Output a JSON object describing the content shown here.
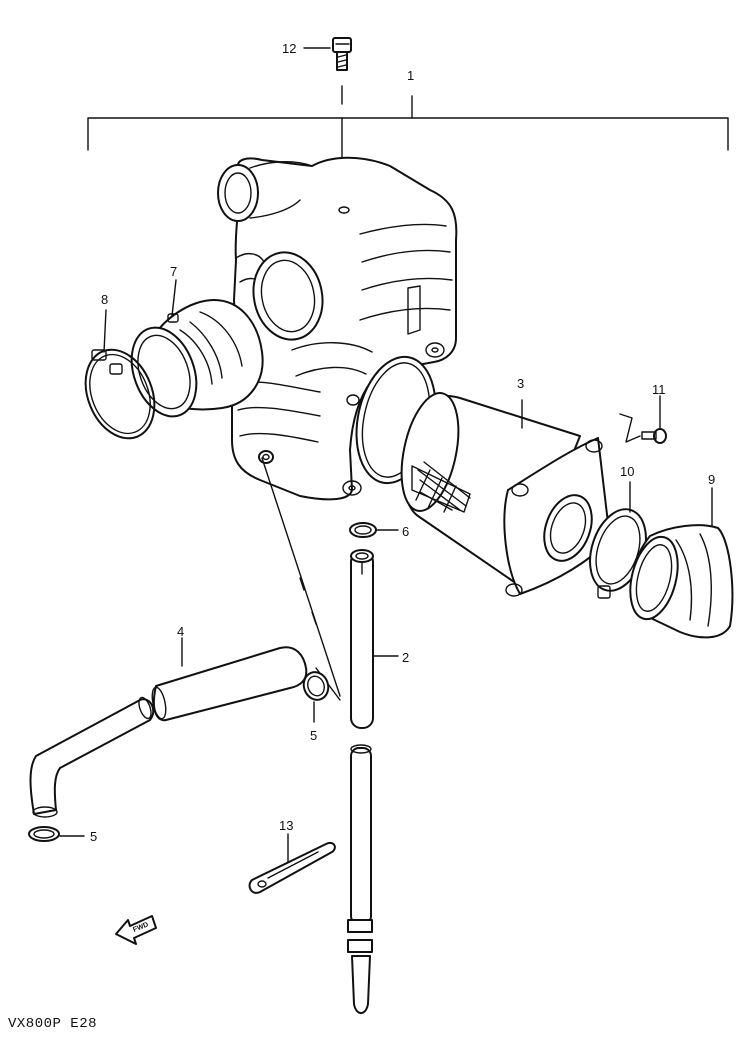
{
  "callouts": {
    "c1": "1",
    "c2": "2",
    "c3": "3",
    "c4": "4",
    "c5a": "5",
    "c5b": "5",
    "c6": "6",
    "c7": "7",
    "c8": "8",
    "c9": "9",
    "c10": "10",
    "c11": "11",
    "c12": "12",
    "c13": "13"
  },
  "fwd_label": "FWD",
  "footer_code": "VX800P E28"
}
